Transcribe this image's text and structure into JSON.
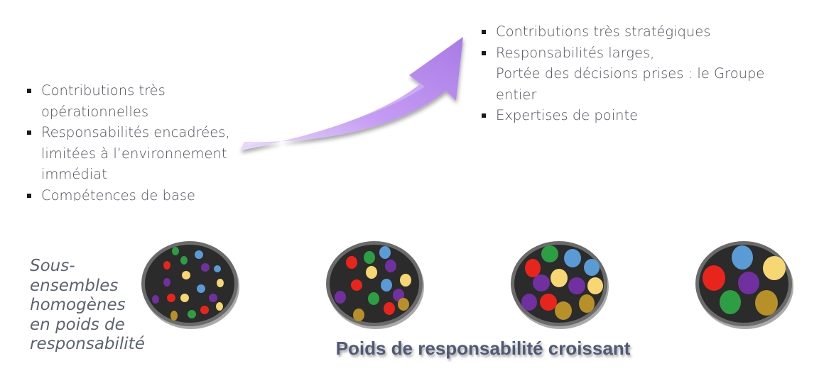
{
  "left_list": {
    "items": [
      "Contributions très\nopérationnelles",
      "Responsabilités encadrées,\nlimitées à l’environnement\nimmédiat",
      "Compétences de base"
    ]
  },
  "right_list": {
    "items": [
      "Contributions très stratégiques",
      "Responsabilités larges,\nPortée des décisions prises : le Groupe\nentier",
      "Expertises de pointe"
    ]
  },
  "subsets_label": "Sous-\nensembles\nhomogènes\nen poids de\nresponsabilité",
  "caption": "Poids de responsabilité croissant",
  "colors": {
    "arrow": "#b78cf0",
    "bowl": "#2b2b2b",
    "green": "#2e9e44",
    "blue": "#5b9bd5",
    "red": "#e8251c",
    "yellow": "#f7d774",
    "purple": "#7030a0",
    "gold": "#b8902a"
  },
  "bowls": [
    {
      "dot_count": 20
    },
    {
      "dot_count": 16
    },
    {
      "dot_count": 13
    },
    {
      "dot_count": 6
    }
  ]
}
